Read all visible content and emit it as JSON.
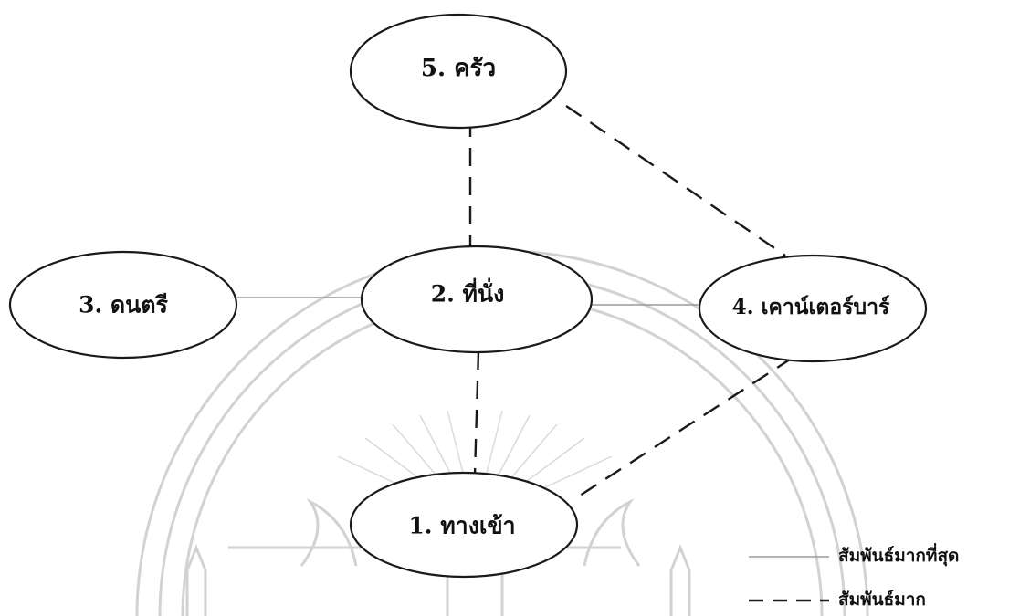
{
  "nodes": {
    "kitchen": "5. ครัว",
    "seating": "2. ที่นั่ง",
    "music": "3. ดนตรี",
    "bar_counter": "4. เคาน์เตอร์บาร์",
    "entrance": "1. ทางเข้า"
  },
  "legend": {
    "strongest": "สัมพันธ์มากที่สุด",
    "strong": "สัมพันธ์มาก"
  },
  "colors": {
    "strongest_line": "#9a9a9a",
    "strong_line": "#1a1a1a",
    "watermark": "#d2d2d2"
  },
  "watermark": "university-seal"
}
